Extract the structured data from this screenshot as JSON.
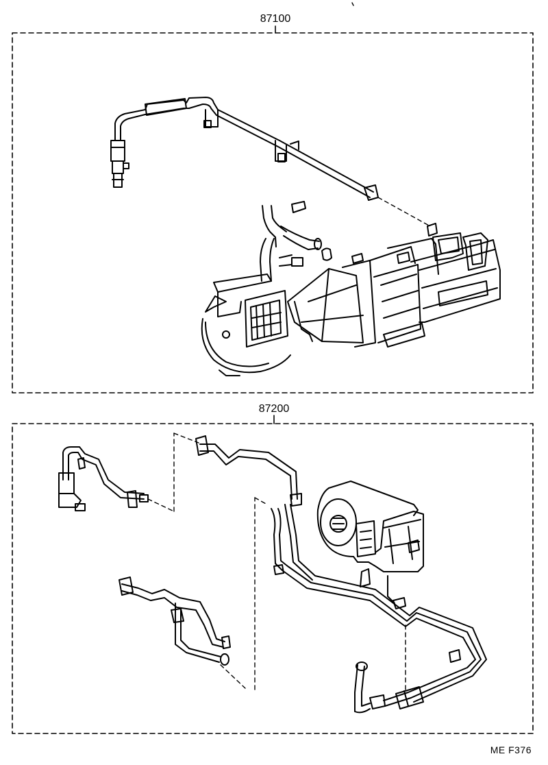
{
  "assemblies": [
    {
      "part_number": "87100"
    },
    {
      "part_number": "87200"
    }
  ],
  "figure_code": "ME  F376",
  "colors": {
    "ink": "#000000",
    "paper": "#ffffff"
  }
}
